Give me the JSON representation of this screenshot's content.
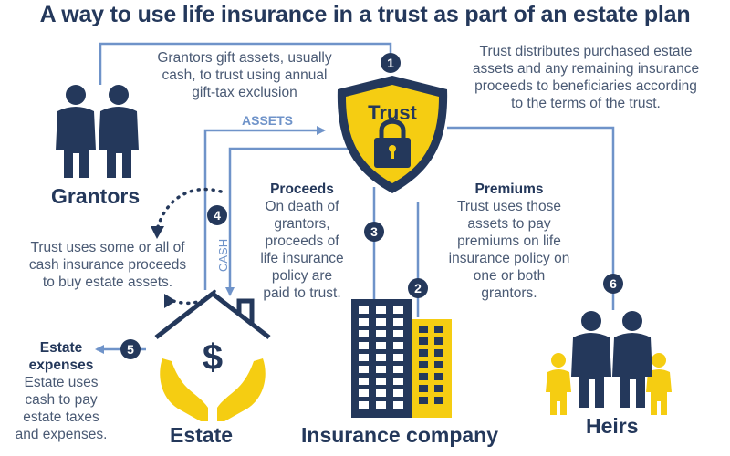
{
  "title": "A way to use life insurance in a trust as part of an estate plan",
  "steps": {
    "1": "1",
    "2": "2",
    "3": "3",
    "4": "4",
    "5": "5",
    "6": "6"
  },
  "nodes": {
    "trust": "Trust",
    "grantors": "Grantors",
    "estate": "Estate",
    "insurance_company": "Insurance company",
    "heirs": "Heirs",
    "estate_symbol": "$"
  },
  "flow_labels": {
    "assets": "ASSETS",
    "cash": "CASH"
  },
  "captions": {
    "gift_lines": [
      "Grantors gift assets, usually",
      "cash, to trust using annual",
      "gift-tax exclusion"
    ],
    "distribute_lines": [
      "Trust distributes purchased estate",
      "assets and any remaining insurance",
      "proceeds to beneficiaries according",
      "to the terms of the trust."
    ],
    "proceeds_heading": "Proceeds",
    "proceeds_lines": [
      "On death of",
      "grantors,",
      "proceeds of",
      "life insurance",
      "policy are",
      "paid to trust."
    ],
    "premiums_heading": "Premiums",
    "premiums_lines": [
      "Trust uses those",
      "assets to pay",
      "premiums on life",
      "insurance policy on",
      "one or both",
      "grantors."
    ],
    "buy_lines": [
      "Trust uses some or all of",
      "cash insurance proceeds",
      "to buy estate assets."
    ],
    "expenses_heading_lines": [
      "Estate",
      "expenses"
    ],
    "expenses_lines": [
      "Estate uses",
      "cash to pay",
      "estate taxes",
      "and expenses."
    ]
  },
  "colors": {
    "navy": "#24385b",
    "gold": "#f5cd12",
    "blue_arrow": "#6f93c9",
    "text": "#4a5a74"
  }
}
